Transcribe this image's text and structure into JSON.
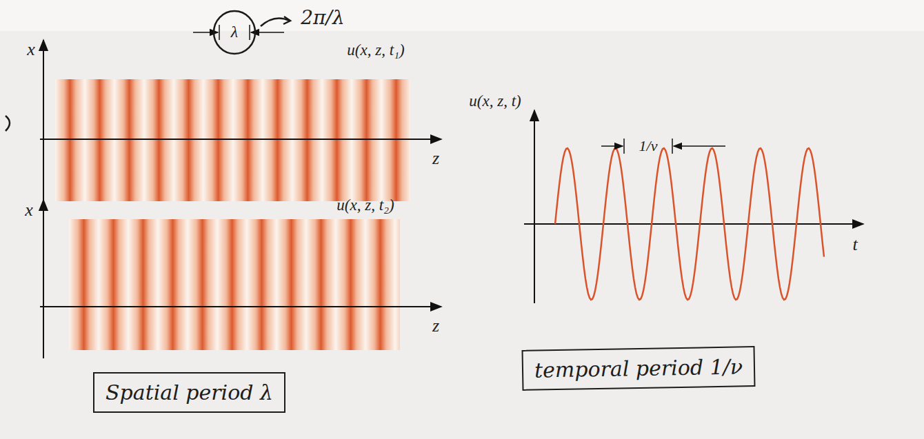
{
  "diagram": {
    "nodes": [
      {
        "text": [
          "Spatial period λ"
        ]
      },
      {
        "text": [
          "temporal period 1/ν"
        ]
      }
    ],
    "labels": [
      "x",
      "λ",
      "u(x, z, t₁)",
      "z",
      "x",
      "u(x, z, t₂)",
      "z",
      "u(x, z, t)",
      "1/ν",
      "t",
      "2π/λ"
    ]
  }
}
